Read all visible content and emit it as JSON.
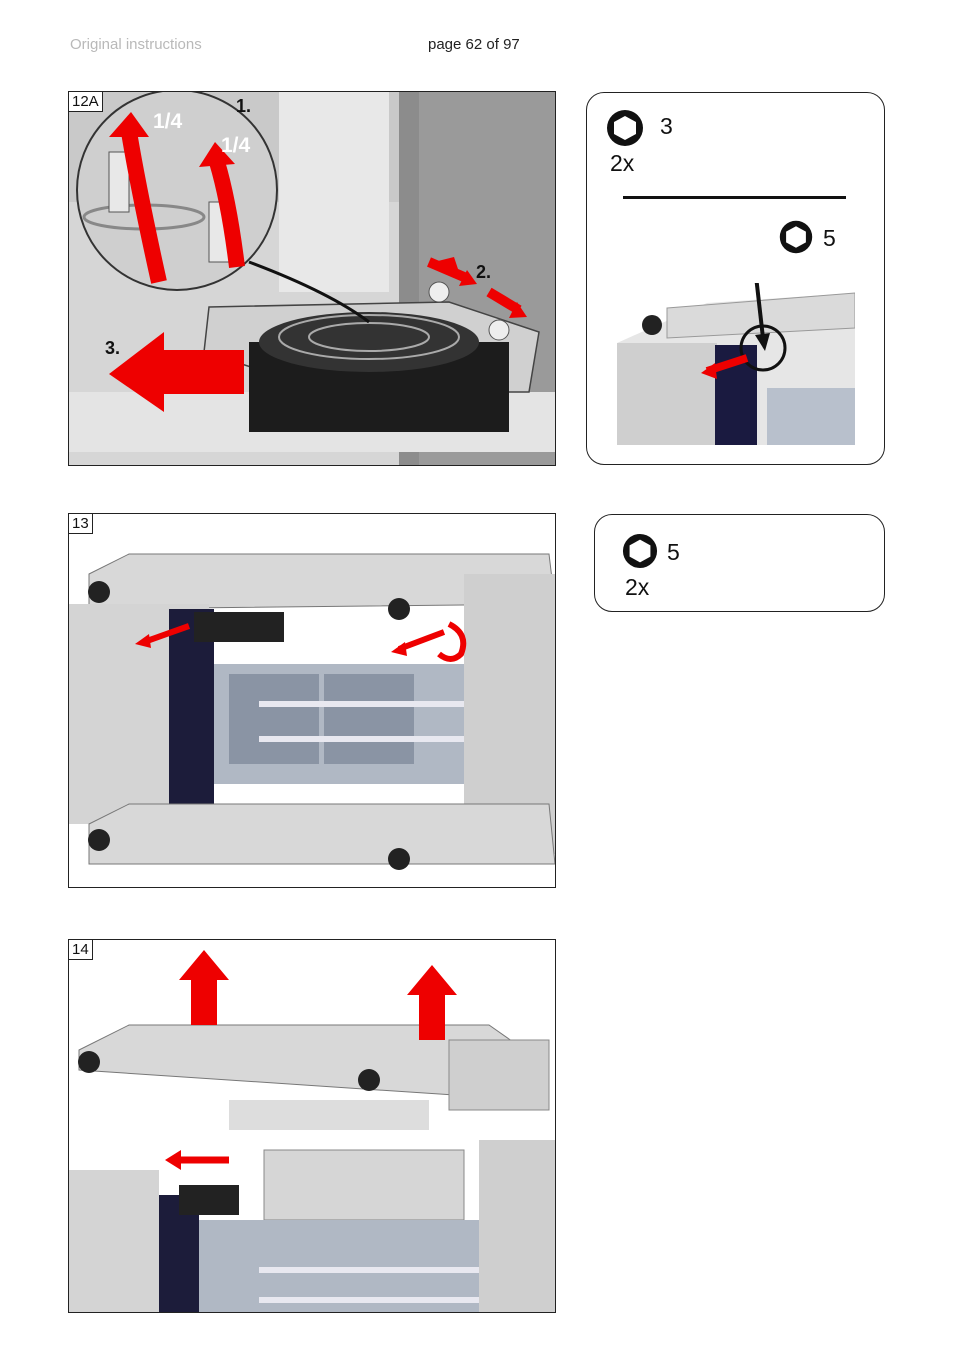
{
  "header": {
    "left": "Original instructions",
    "page": "page 62 of 97"
  },
  "figures": {
    "fig12a": {
      "label": "12A",
      "steps": [
        "1.",
        "2.",
        "3."
      ],
      "turns": [
        "1/4",
        "1/4"
      ]
    },
    "fig13": {
      "label": "13"
    },
    "fig14": {
      "label": "14"
    }
  },
  "callout1": {
    "tool_size": "3",
    "quantity": "2x",
    "tool_size_2": "5"
  },
  "callout2": {
    "tool_size": "5",
    "quantity": "2x"
  },
  "icons": {
    "tool": "hex-socket-icon"
  },
  "colors": {
    "arrow": "#ee0000",
    "frame": "#222222"
  }
}
